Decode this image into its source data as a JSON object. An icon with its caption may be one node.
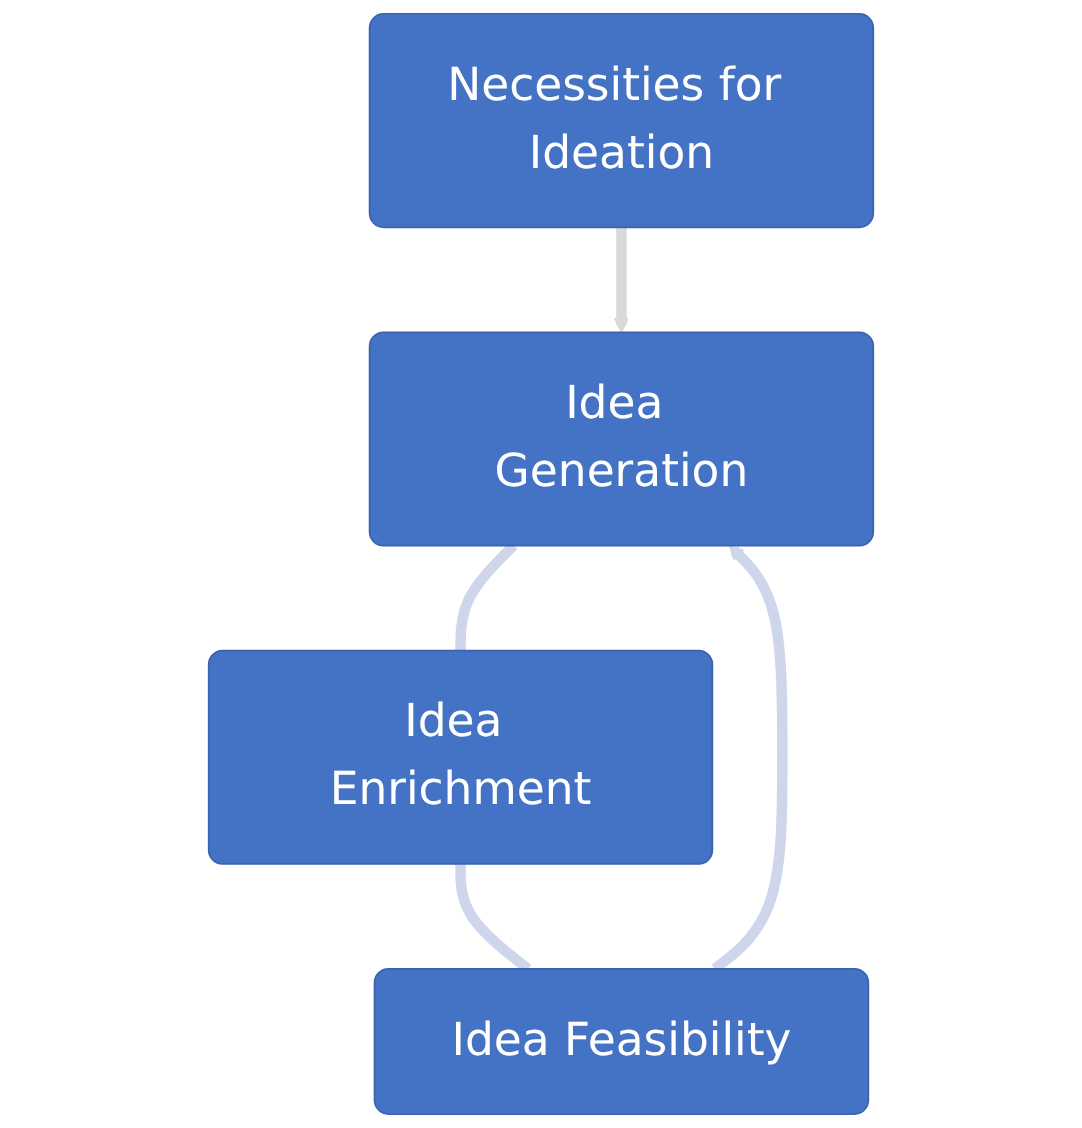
{
  "diagram": {
    "nodes": [
      {
        "text": [
          "Necessities for Ideation"
        ]
      },
      {
        "text": [
          "Idea Generation"
        ]
      },
      {
        "text": [
          "Idea Enrichment"
        ]
      },
      {
        "text": [
          "Idea Feasibility"
        ]
      }
    ],
    "edges": [
      {
        "from": 0,
        "to": 1,
        "arrow": "to",
        "color": "#d9d9d9"
      },
      {
        "from": 1,
        "to": 2,
        "arrow": "none"
      },
      {
        "from": 2,
        "to": 3,
        "arrow": "none"
      },
      {
        "from": 3,
        "to": 1,
        "arrow": "to"
      }
    ]
  }
}
